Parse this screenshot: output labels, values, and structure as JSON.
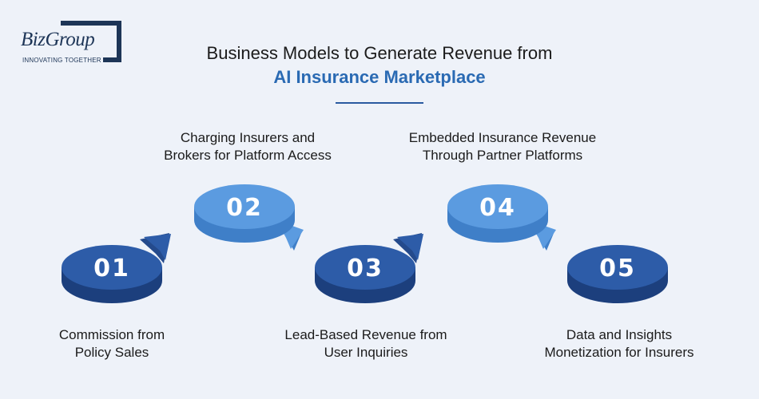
{
  "logo": {
    "wordmark": "BizGroup",
    "tagline": "INNOVATING TOGETHER"
  },
  "title": {
    "line1": "Business Models to Generate Revenue from",
    "line2": "AI Insurance Marketplace"
  },
  "colors": {
    "dark_disc": "#2d5ca8",
    "light_disc": "#5b9be0",
    "title_accent": "#2a6ab3",
    "background": "#eef2f9"
  },
  "steps": [
    {
      "number": "01",
      "label_line1": "Commission from",
      "label_line2": "Policy Sales"
    },
    {
      "number": "02",
      "label_line1": "Charging Insurers and",
      "label_line2": "Brokers for Platform Access"
    },
    {
      "number": "03",
      "label_line1": "Lead-Based Revenue from",
      "label_line2": "User Inquiries"
    },
    {
      "number": "04",
      "label_line1": "Embedded Insurance Revenue",
      "label_line2": "Through Partner Platforms"
    },
    {
      "number": "05",
      "label_line1": "Data and Insights",
      "label_line2": "Monetization for Insurers"
    }
  ]
}
